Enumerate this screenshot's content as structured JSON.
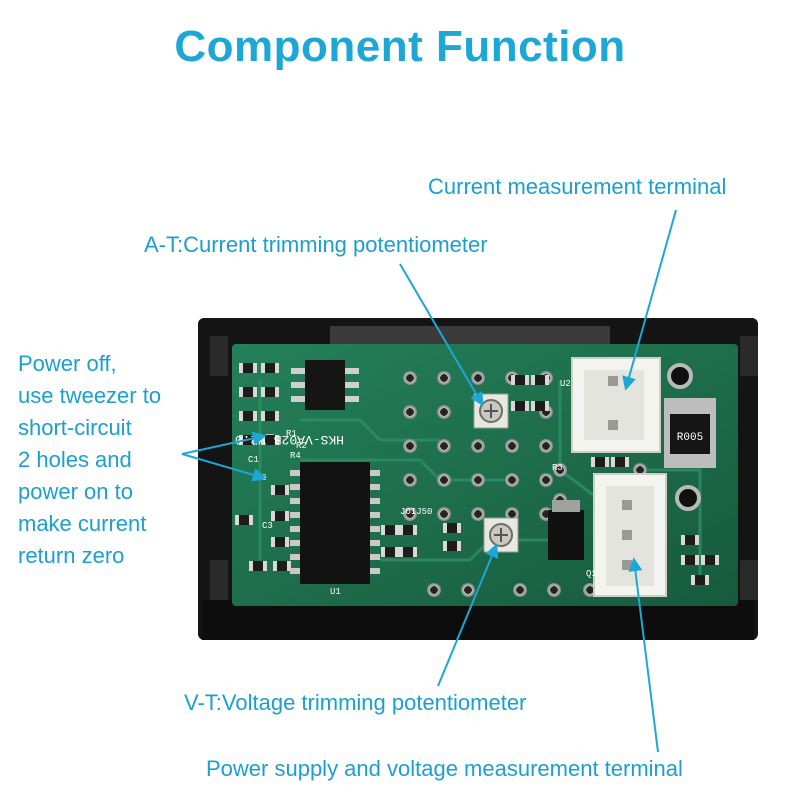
{
  "title": "Component Function",
  "labels": {
    "current_terminal": "Current measurement terminal",
    "current_trim": "A-T:Current trimming potentiometer",
    "power_off_lines": [
      "Power off,",
      "use tweezer to",
      "short-circuit",
      "2 holes and",
      "power on to",
      "make current",
      "return zero"
    ],
    "voltage_trim": "V-T:Voltage trimming potentiometer",
    "power_supply_terminal": "Power supply and voltage measurement terminal"
  },
  "board": {
    "model_text": "HKS-VA02B_V2.0",
    "resistor_text": "R005",
    "silkscreen": [
      "R1",
      "R2",
      "R3",
      "R4",
      "R6",
      "C1",
      "C3",
      "Q1",
      "U1",
      "U2",
      "JOIJ50"
    ]
  },
  "colors": {
    "accent": "#1da7d6",
    "pcb_green": "#1f6e4c",
    "case_black": "#1a1a1a",
    "connector_white": "#f1f1ee"
  }
}
